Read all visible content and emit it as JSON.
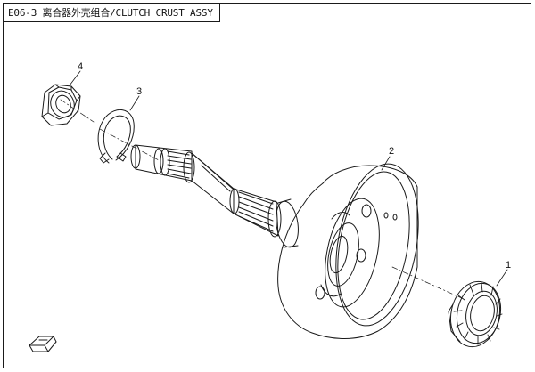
{
  "header": {
    "title": "E06-3 离合器外壳组合/CLUTCH CRUST ASSY"
  },
  "parts": [
    {
      "number": "1",
      "name": "one-way-clutch-bearing"
    },
    {
      "number": "2",
      "name": "clutch-crust-with-shaft"
    },
    {
      "number": "3",
      "name": "circlip"
    },
    {
      "number": "4",
      "name": "hex-nut"
    }
  ]
}
